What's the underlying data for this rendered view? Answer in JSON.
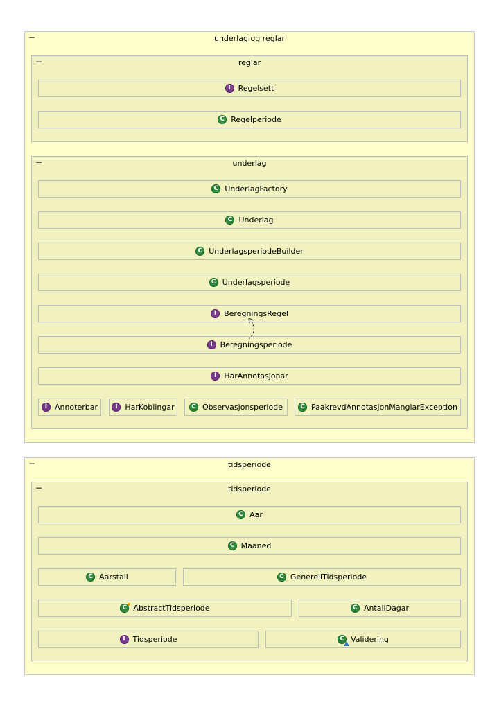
{
  "collapse_glyph": "−",
  "packages": {
    "underlag_og_reglar": {
      "title": "underlag og reglar",
      "reglar": {
        "title": "reglar",
        "nodes": [
          {
            "name": "Regelsett",
            "kind": "I"
          },
          {
            "name": "Regelperiode",
            "kind": "C"
          }
        ]
      },
      "underlag": {
        "title": "underlag",
        "nodes": [
          {
            "name": "UnderlagFactory",
            "kind": "C"
          },
          {
            "name": "Underlag",
            "kind": "C"
          },
          {
            "name": "UnderlagsperiodeBuilder",
            "kind": "C"
          },
          {
            "name": "Underlagsperiode",
            "kind": "C"
          },
          {
            "name": "BeregningsRegel",
            "kind": "I"
          },
          {
            "name": "Beregningsperiode",
            "kind": "I"
          },
          {
            "name": "HarAnnotasjonar",
            "kind": "I"
          },
          {
            "name": "Annoterbar",
            "kind": "I"
          },
          {
            "name": "HarKoblingar",
            "kind": "I"
          },
          {
            "name": "Observasjonsperiode",
            "kind": "C"
          },
          {
            "name": "PaakrevdAnnotasjonManglarException",
            "kind": "C"
          }
        ]
      }
    },
    "tidsperiode_outer": {
      "title": "tidsperiode",
      "tidsperiode": {
        "title": "tidsperiode",
        "nodes": [
          {
            "name": "Aar",
            "kind": "C"
          },
          {
            "name": "Maaned",
            "kind": "C"
          },
          {
            "name": "Aarstall",
            "kind": "C"
          },
          {
            "name": "GenerellTidsperiode",
            "kind": "C"
          },
          {
            "name": "AbstractTidsperiode",
            "kind": "C",
            "modifier": "abstract"
          },
          {
            "name": "AntallDagar",
            "kind": "C"
          },
          {
            "name": "Tidsperiode",
            "kind": "I"
          },
          {
            "name": "Validering",
            "kind": "C",
            "modifier": "static"
          }
        ]
      }
    }
  },
  "relations": [
    {
      "from": "Beregningsperiode",
      "to": "BeregningsRegel",
      "type": "dependency"
    }
  ],
  "colors": {
    "outer_package": "#ffffcc",
    "inner_package": "#f2f2c0",
    "class_badge": "#2e8a3a",
    "interface_badge": "#7b3b8c",
    "border": "#bdbdbd"
  }
}
